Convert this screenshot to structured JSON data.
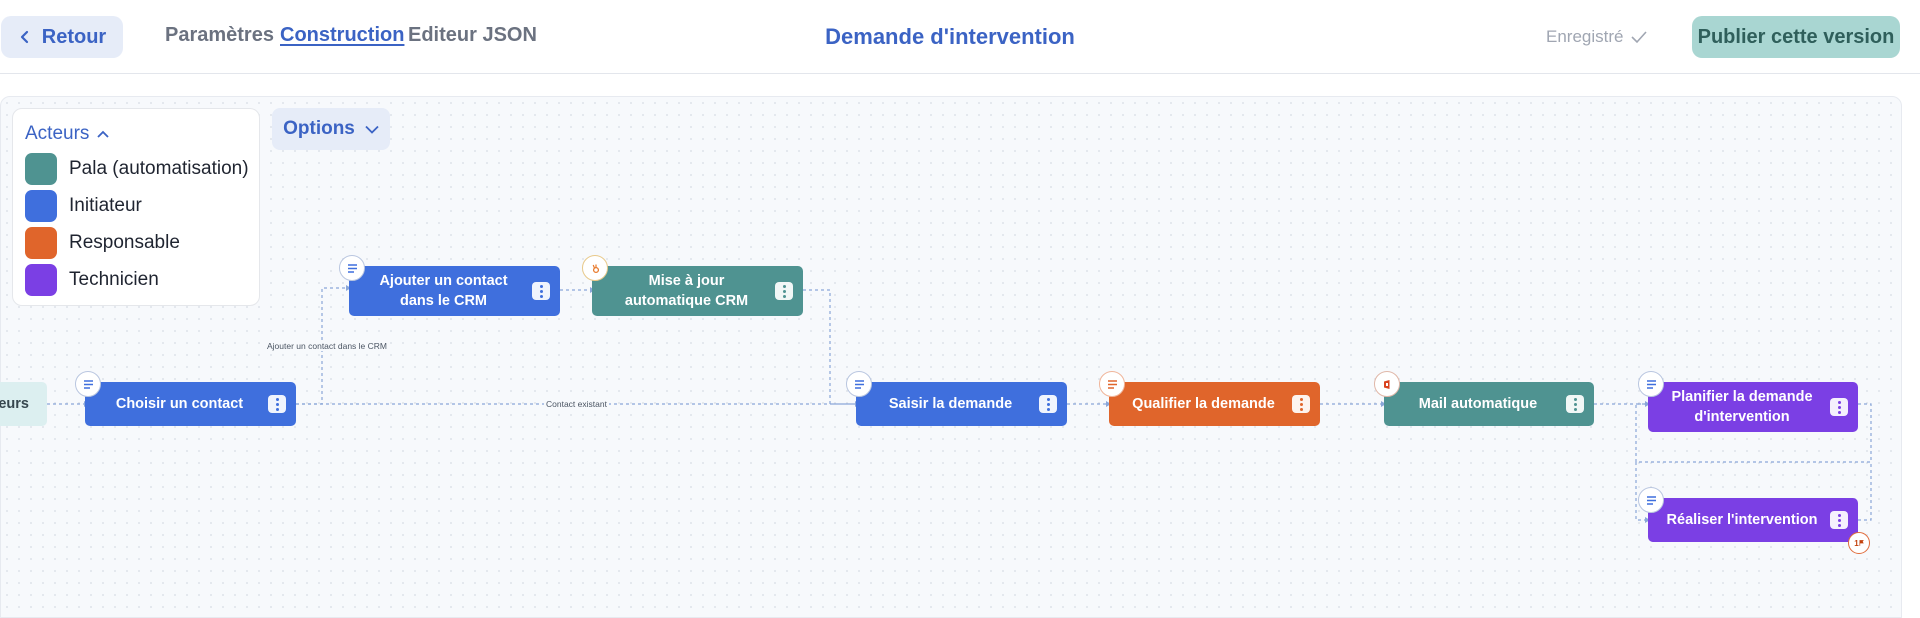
{
  "header": {
    "back_label": "Retour",
    "tabs": [
      {
        "label": "Paramètres",
        "active": false
      },
      {
        "label": "Construction",
        "active": true
      },
      {
        "label": "Editeur JSON",
        "active": false
      }
    ],
    "title": "Demande d'intervention",
    "save_status": "Enregistré",
    "publish_label": "Publier cette version"
  },
  "legend": {
    "title": "Acteurs",
    "items": [
      {
        "label": "Pala (automatisation)",
        "color": "#4f9391"
      },
      {
        "label": "Initiateur",
        "color": "#3f6fdd"
      },
      {
        "label": "Responsable",
        "color": "#e0652b"
      },
      {
        "label": "Technicien",
        "color": "#7b3fe4"
      }
    ]
  },
  "options_label": "Options",
  "partial_node_label": "eurs",
  "nodes": [
    {
      "label": "Choisir un contact",
      "actor": "Initiateur"
    },
    {
      "label": "Ajouter un contact dans le CRM",
      "actor": "Initiateur"
    },
    {
      "label": "Mise à jour automatique CRM",
      "actor": "Pala (automatisation)"
    },
    {
      "label": "Saisir la demande",
      "actor": "Initiateur"
    },
    {
      "label": "Qualifier la demande",
      "actor": "Responsable"
    },
    {
      "label": "Mail automatique",
      "actor": "Pala (automatisation)"
    },
    {
      "label": "Planifier la demande d'intervention",
      "actor": "Technicien"
    },
    {
      "label": "Réaliser l'intervention",
      "actor": "Technicien"
    }
  ],
  "edge_labels": {
    "add_contact": "Ajouter un contact dans le CRM",
    "existing_contact": "Contact existant"
  },
  "counter_label": "1"
}
